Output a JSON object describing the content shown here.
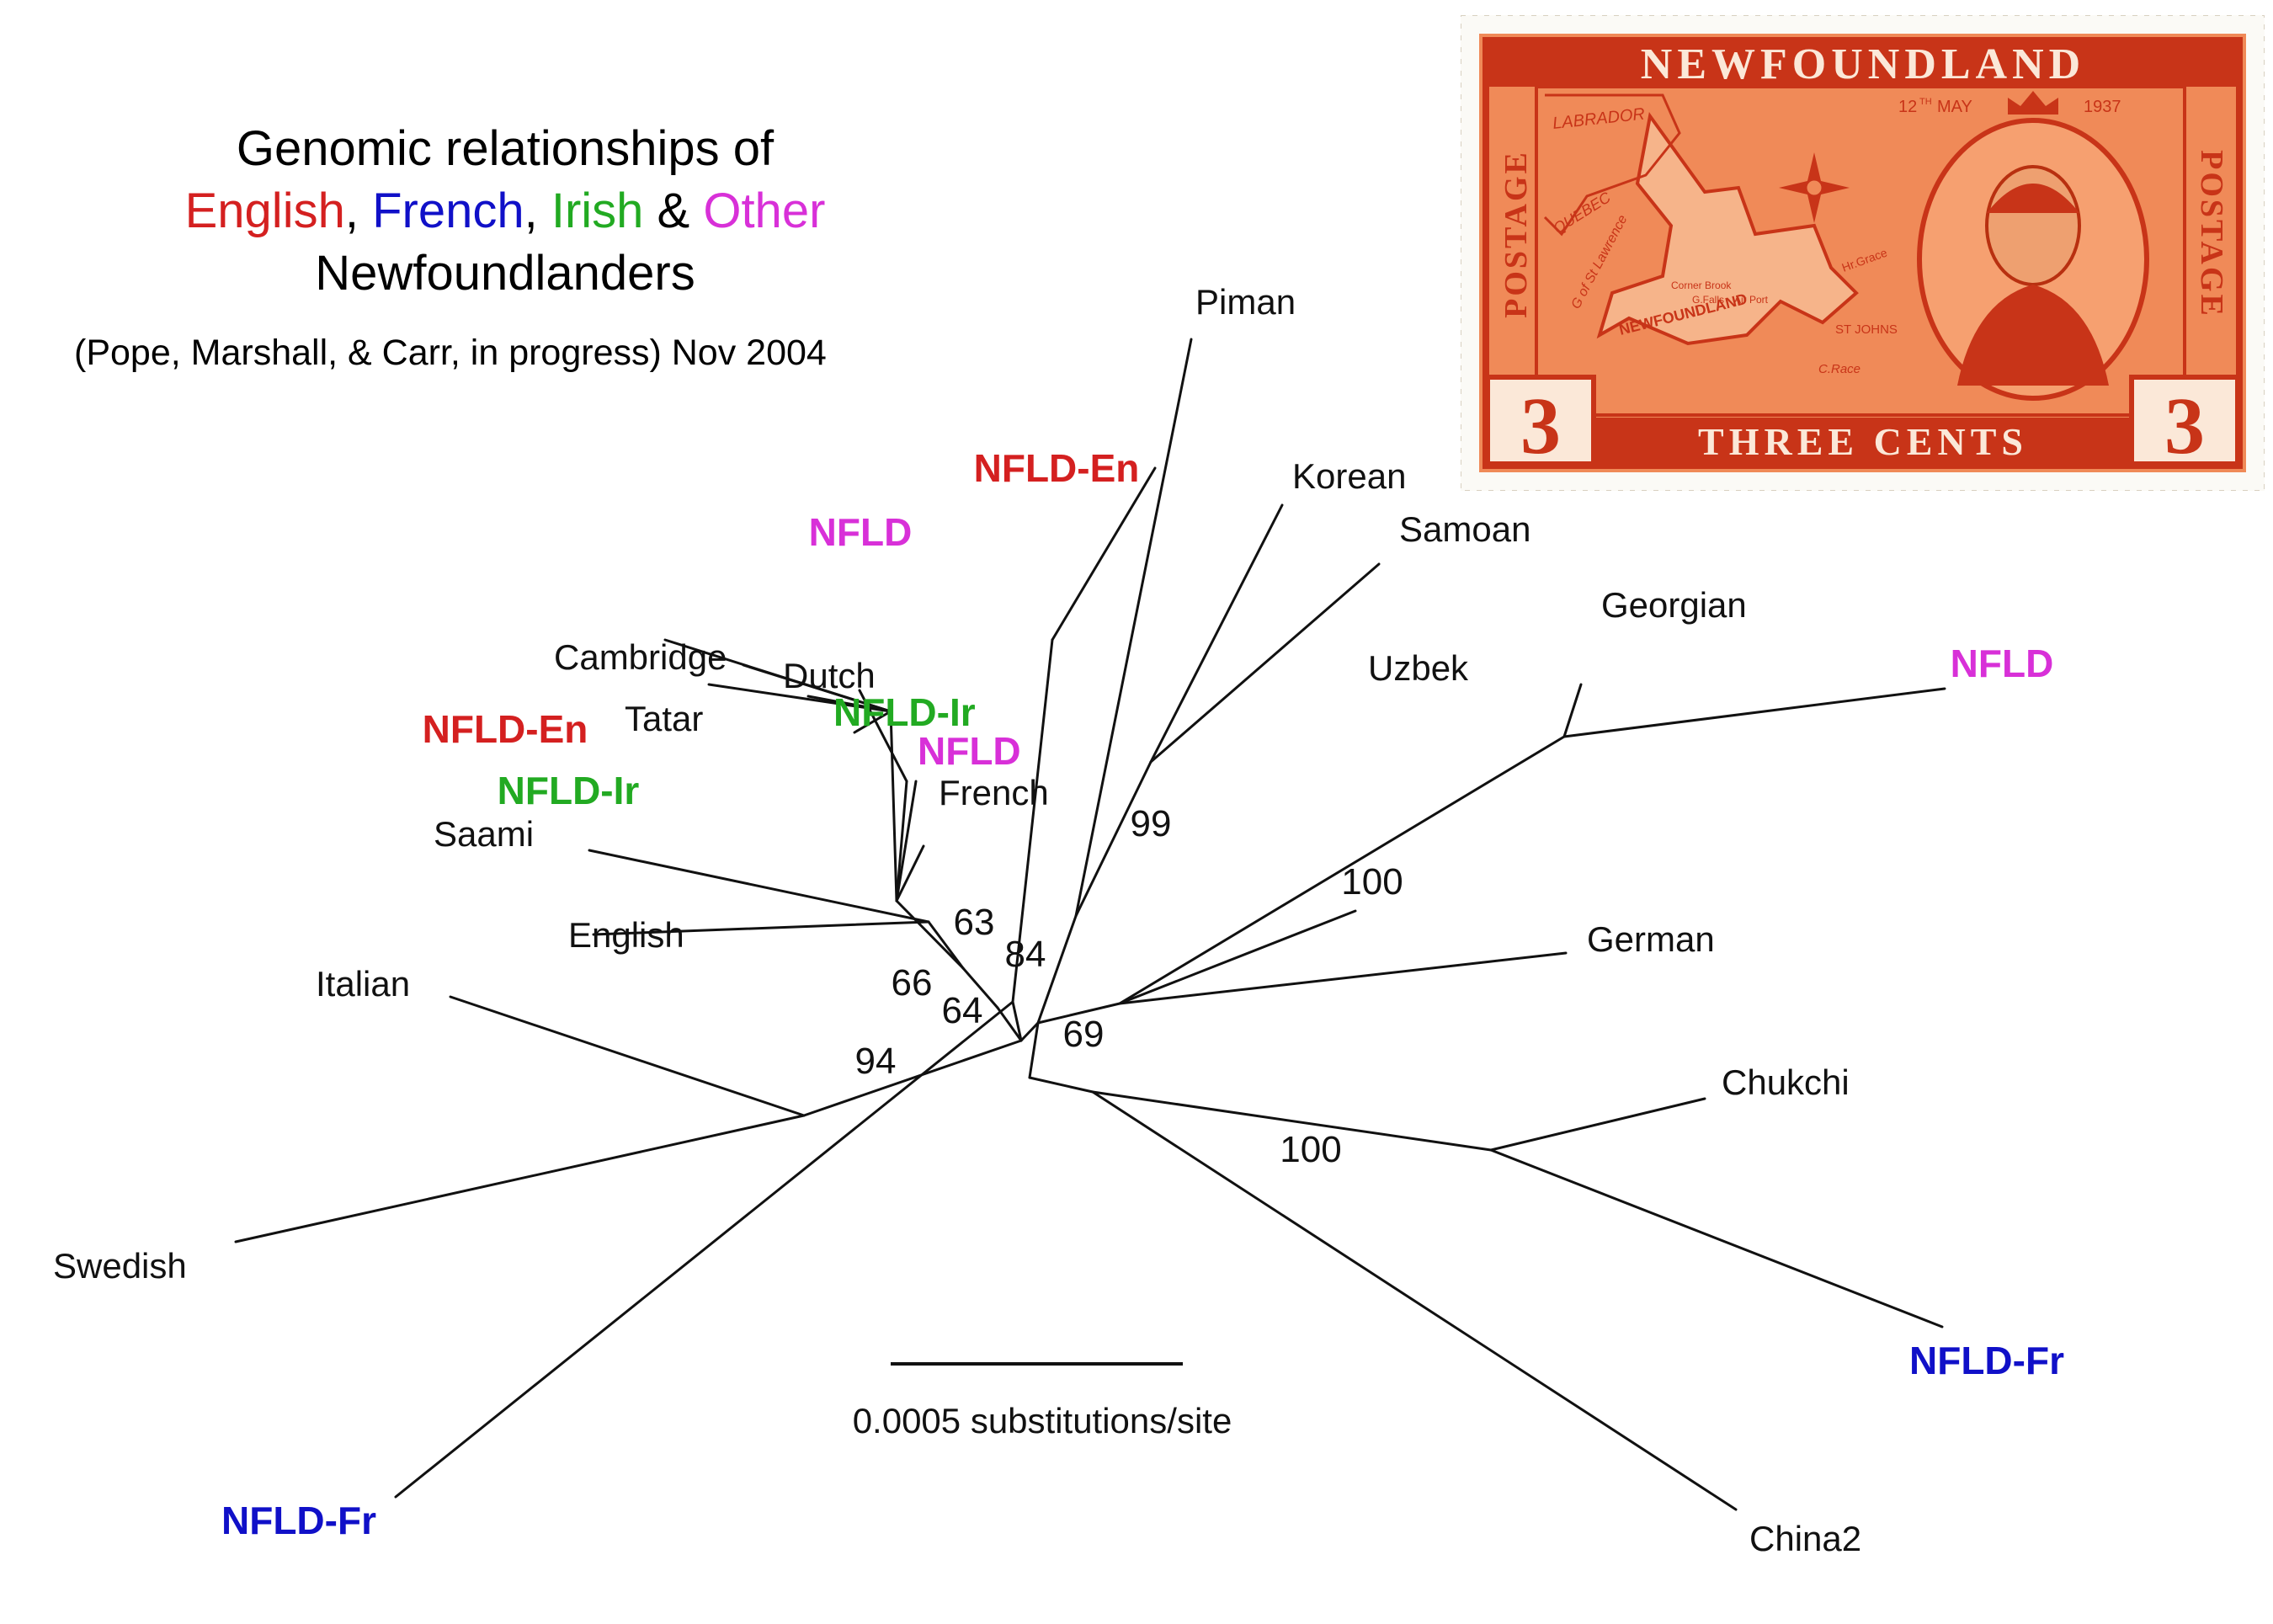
{
  "title": {
    "line1": "Genomic relationships of",
    "line2": {
      "english": "English",
      "sep1": ", ",
      "french": "French",
      "sep2": ", ",
      "irish": "Irish",
      "amp": " & ",
      "other": "Other"
    },
    "line3": "Newfoundlanders"
  },
  "subtitle": "(Pope, Marshall, & Carr, in progress) Nov 2004",
  "colors": {
    "english": "#d42020",
    "french": "#1010c8",
    "irish": "#22aa22",
    "other": "#d830d8",
    "stamp_ink": "#c83418",
    "stamp_paper": "#f08a58"
  },
  "tree": {
    "taxa": [
      {
        "name": "Piman",
        "group": "plain"
      },
      {
        "name": "NFLD-En",
        "group": "english"
      },
      {
        "name": "Korean",
        "group": "plain"
      },
      {
        "name": "NFLD",
        "group": "other"
      },
      {
        "name": "Samoan",
        "group": "plain"
      },
      {
        "name": "Georgian",
        "group": "plain"
      },
      {
        "name": "Cambridge",
        "group": "plain"
      },
      {
        "name": "Dutch",
        "group": "plain"
      },
      {
        "name": "Uzbek",
        "group": "plain"
      },
      {
        "name": "NFLD",
        "group": "other"
      },
      {
        "name": "NFLD-Ir",
        "group": "irish"
      },
      {
        "name": "NFLD-En",
        "group": "english"
      },
      {
        "name": "Tatar",
        "group": "plain"
      },
      {
        "name": "NFLD",
        "group": "other"
      },
      {
        "name": "NFLD-Ir",
        "group": "irish"
      },
      {
        "name": "French",
        "group": "plain"
      },
      {
        "name": "Saami",
        "group": "plain"
      },
      {
        "name": "English",
        "group": "plain"
      },
      {
        "name": "German",
        "group": "plain"
      },
      {
        "name": "Italian",
        "group": "plain"
      },
      {
        "name": "Chukchi",
        "group": "plain"
      },
      {
        "name": "Swedish",
        "group": "plain"
      },
      {
        "name": "NFLD-Fr",
        "group": "french"
      },
      {
        "name": "NFLD-Fr",
        "group": "french"
      },
      {
        "name": "China2",
        "group": "plain"
      }
    ],
    "bootstrap": [
      "99",
      "100",
      "63",
      "84",
      "66",
      "64",
      "69",
      "94",
      "100"
    ]
  },
  "scale_bar": {
    "label": "0.0005 substitutions/site"
  },
  "stamp": {
    "top_text": "NEWFOUNDLAND",
    "side_text": "POSTAGE",
    "bottom_text": "THREE CENTS",
    "denomination": "3",
    "date_day": "12",
    "date_sup": "TH",
    "date_month": "MAY",
    "date_year": "1937",
    "map_labels": [
      "LABRADOR",
      "QUEBEC",
      "G of St Lawrence",
      "Corner Brook",
      "G.Falls",
      "Air Port",
      "NEWFOUNDLAND",
      "Hr.Grace",
      "ST JOHNS",
      "C.Race"
    ]
  }
}
